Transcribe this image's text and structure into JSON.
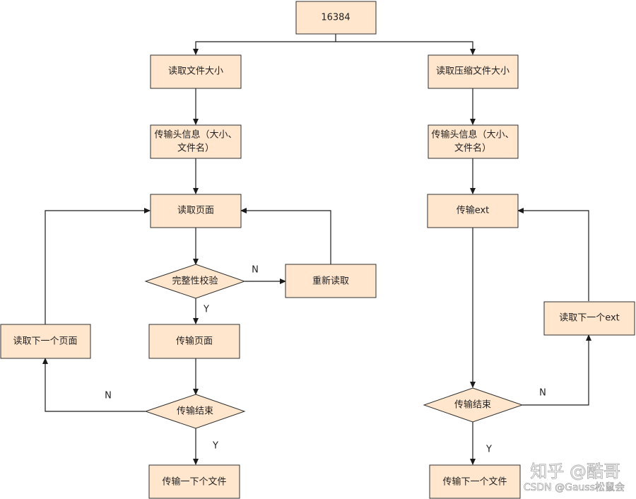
{
  "colors": {
    "node_fill": "#ffe6cc",
    "node_stroke": "#2f2f2f",
    "edge": "#1a1a1a"
  },
  "nodes": {
    "start": "16384",
    "read_file_size": "读取文件大小",
    "send_header_left_1": "传输头信息（大小、",
    "send_header_left_2": "文件名）",
    "read_page": "读取页面",
    "integrity_check": "完整性校验",
    "reread": "重新读取",
    "send_page": "传输页面",
    "read_next_page": "读取下一个页面",
    "send_end_left": "传输结束",
    "send_next_file_left": "传输一下个文件",
    "read_compressed_size": "读取压缩文件大小",
    "send_header_right_1": "传输头信息（大小、",
    "send_header_right_2": "文件名）",
    "send_ext": "传输ext",
    "read_next_ext": "读取下一个ext",
    "send_end_right": "传输结束",
    "send_next_file_right": "传输下一个文件"
  },
  "edge_labels": {
    "check_no": "N",
    "check_yes": "Y",
    "end_left_no": "N",
    "end_left_yes": "Y",
    "end_right_no": "N",
    "end_right_yes": "Y"
  },
  "watermark": {
    "line1": "知乎 @酷哥",
    "line2": "CSDN @Gauss松鼠会"
  }
}
